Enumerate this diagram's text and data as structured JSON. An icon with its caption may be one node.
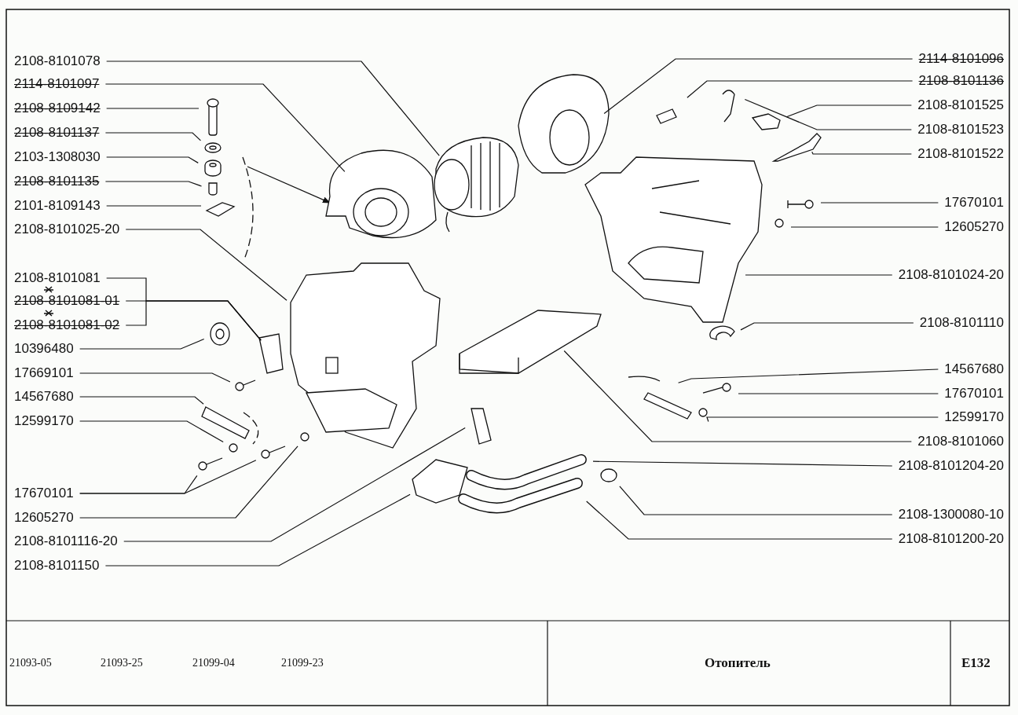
{
  "diagram": {
    "title": "Отопитель",
    "nodes": [
      {
        "text": [
          "2108-8101078"
        ]
      },
      {
        "text": [
          "2114-8101097"
        ]
      },
      {
        "text": [
          "2108-8109142"
        ]
      },
      {
        "text": [
          "2108-8101137"
        ]
      },
      {
        "text": [
          "2103-1308030"
        ]
      },
      {
        "text": [
          "2108-8101135"
        ]
      },
      {
        "text": [
          "2101-8109143"
        ]
      },
      {
        "text": [
          "2108-8101025-20"
        ]
      },
      {
        "text": [
          "2108-8101081"
        ]
      },
      {
        "text": [
          "2108-8101081-01"
        ]
      },
      {
        "text": [
          "2108-8101081-02"
        ]
      },
      {
        "text": [
          "10396480"
        ]
      },
      {
        "text": [
          "17669101"
        ]
      },
      {
        "text": [
          "14567680"
        ]
      },
      {
        "text": [
          "12599170"
        ]
      },
      {
        "text": [
          "17670101"
        ]
      },
      {
        "text": [
          "12605270"
        ]
      },
      {
        "text": [
          "2108-8101116-20"
        ]
      },
      {
        "text": [
          "2108-8101150"
        ]
      },
      {
        "text": [
          "2114-8101096"
        ]
      },
      {
        "text": [
          "2108-8101136"
        ]
      },
      {
        "text": [
          "2108-8101525"
        ]
      },
      {
        "text": [
          "2108-8101523"
        ]
      },
      {
        "text": [
          "2108-8101522"
        ]
      },
      {
        "text": [
          "17670101"
        ]
      },
      {
        "text": [
          "12605270"
        ]
      },
      {
        "text": [
          "2108-8101024-20"
        ]
      },
      {
        "text": [
          "2108-8101110"
        ]
      },
      {
        "text": [
          "14567680"
        ]
      },
      {
        "text": [
          "17670101"
        ]
      },
      {
        "text": [
          "12599170"
        ]
      },
      {
        "text": [
          "2108-8101060"
        ]
      },
      {
        "text": [
          "2108-8101204-20"
        ]
      },
      {
        "text": [
          "2108-1300080-10"
        ]
      },
      {
        "text": [
          "2108-8101200-20"
        ]
      }
    ],
    "edges": [
      {
        "from": 0,
        "to": null,
        "arrow": "none"
      },
      {
        "from": 1,
        "to": null,
        "arrow": "none"
      },
      {
        "from": 2,
        "to": null,
        "arrow": "none"
      },
      {
        "from": 3,
        "to": null,
        "arrow": "none"
      },
      {
        "from": 4,
        "to": null,
        "arrow": "none"
      },
      {
        "from": 5,
        "to": null,
        "arrow": "none"
      },
      {
        "from": 6,
        "to": null,
        "arrow": "none"
      },
      {
        "from": 7,
        "to": null,
        "arrow": "none"
      },
      {
        "from": 8,
        "to": null,
        "arrow": "none"
      },
      {
        "from": 9,
        "to": null,
        "arrow": "none"
      },
      {
        "from": 10,
        "to": null,
        "arrow": "none"
      },
      {
        "from": 11,
        "to": null,
        "arrow": "none"
      },
      {
        "from": 12,
        "to": null,
        "arrow": "none"
      },
      {
        "from": 13,
        "to": null,
        "arrow": "none"
      },
      {
        "from": 14,
        "to": null,
        "arrow": "none"
      },
      {
        "from": 15,
        "to": null,
        "arrow": "none"
      },
      {
        "from": 15,
        "to": null,
        "arrow": "none"
      },
      {
        "from": 16,
        "to": null,
        "arrow": "none"
      },
      {
        "from": 17,
        "to": null,
        "arrow": "none"
      },
      {
        "from": 18,
        "to": null,
        "arrow": "none"
      },
      {
        "from": 19,
        "to": null,
        "arrow": "none"
      },
      {
        "from": 20,
        "to": null,
        "arrow": "none"
      },
      {
        "from": 21,
        "to": null,
        "arrow": "none"
      },
      {
        "from": 22,
        "to": null,
        "arrow": "none"
      },
      {
        "from": 23,
        "to": null,
        "arrow": "none"
      },
      {
        "from": 24,
        "to": null,
        "arrow": "none"
      },
      {
        "from": 25,
        "to": null,
        "arrow": "none"
      },
      {
        "from": 26,
        "to": null,
        "arrow": "none"
      },
      {
        "from": 27,
        "to": null,
        "arrow": "none"
      },
      {
        "from": 28,
        "to": null,
        "arrow": "none"
      },
      {
        "from": 29,
        "to": null,
        "arrow": "none"
      },
      {
        "from": 30,
        "to": null,
        "arrow": "none"
      },
      {
        "from": 31,
        "to": null,
        "arrow": "none"
      },
      {
        "from": 32,
        "to": null,
        "arrow": "none"
      },
      {
        "from": 33,
        "to": null,
        "arrow": "none"
      },
      {
        "from": 34,
        "to": null,
        "arrow": "none"
      }
    ],
    "labels": [
      "21093-05",
      "21093-25",
      "21099-04",
      "21099-23",
      "E132"
    ]
  }
}
